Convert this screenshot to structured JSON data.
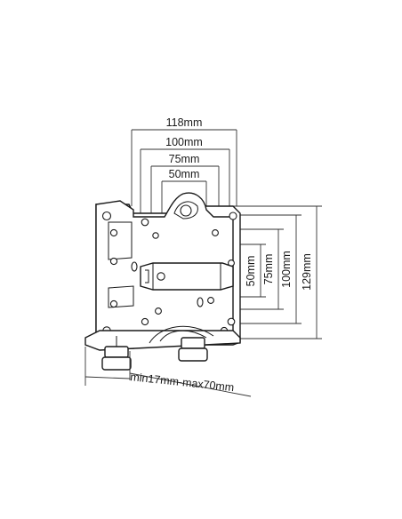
{
  "dimensions": {
    "width_118": "118mm",
    "width_100": "100mm",
    "width_75": "75mm",
    "width_50": "50mm",
    "height_50": "50mm",
    "height_75": "75mm",
    "height_100": "100mm",
    "height_129": "129mm",
    "clamp_range": "min17mm-max70mm"
  }
}
